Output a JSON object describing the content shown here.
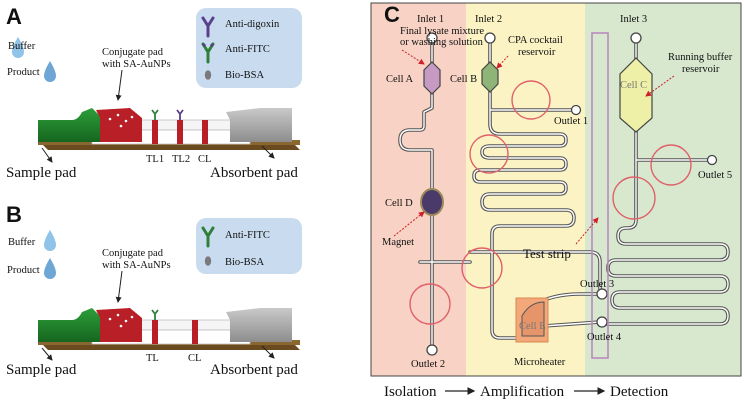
{
  "panels": {
    "A": {
      "letter": "A",
      "buffer_label": "Buffer",
      "product_label": "Product",
      "conjugate_label_1": "Conjugate pad",
      "conjugate_label_2": "with SA-AuNPs",
      "legend": [
        "Anti-digoxin",
        "Anti-FITC",
        "Bio-BSA"
      ],
      "lines": [
        "TL1",
        "TL2",
        "CL"
      ],
      "sample_pad_label": "Sample pad",
      "absorbent_pad_label": "Absorbent pad"
    },
    "B": {
      "letter": "B",
      "buffer_label": "Buffer",
      "product_label": "Product",
      "conjugate_label_1": "Conjugate pad",
      "conjugate_label_2": "with SA-AuNPs",
      "legend": [
        "Anti-FITC",
        "Bio-BSA"
      ],
      "lines": [
        "TL",
        "CL"
      ],
      "sample_pad_label": "Sample pad",
      "absorbent_pad_label": "Absorbent pad"
    },
    "C": {
      "letter": "C",
      "inlets": [
        "Inlet 1",
        "Inlet 2",
        "Inlet 3"
      ],
      "outlets": [
        "Outlet 1",
        "Outlet 2",
        "Outlet 3",
        "Outlet 4",
        "Outlet 5"
      ],
      "cells": [
        "Cell A",
        "Cell B",
        "Cell C",
        "Cell D",
        "Cell E"
      ],
      "final_lysate_1": "Final lysate mixture",
      "final_lysate_2": "or washing solution",
      "cpa_1": "CPA cocktail",
      "cpa_2": "reservoir",
      "running_1": "Running buffer",
      "running_2": "reservoir",
      "magnet": "Magnet",
      "test_strip": "Test strip",
      "microheater": "Microheater",
      "stages": [
        "Isolation",
        "Amplification",
        "Detection"
      ],
      "colors": {
        "isolation_zone": "#f8d2c4",
        "amplification_zone": "#fbf3c4",
        "detection_zone": "#d7e8cf",
        "cell_a": "#c79ac4",
        "cell_b": "#8fb478",
        "cell_c": "#eef0a8",
        "cell_d": "#4a3a6a",
        "cell_e": "#f2a878"
      }
    }
  }
}
